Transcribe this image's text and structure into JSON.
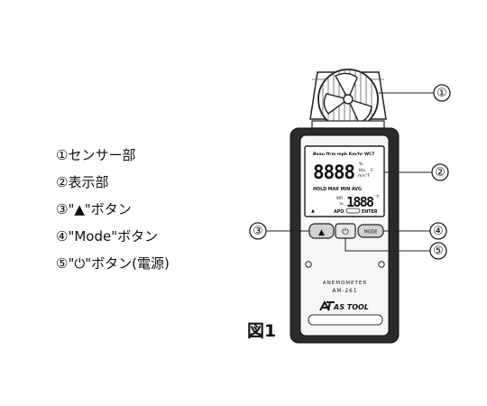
{
  "legend": [
    "①センサー部",
    "②表示部",
    "③\"▲\"ボタン",
    "④\"Mode\"ボタン",
    "⑤\"⏻\"ボタン(電源)"
  ],
  "figure_label": "図1",
  "callouts": [
    "①",
    "②",
    "③",
    "④",
    "⑤"
  ],
  "display": {
    "units_row": "Beau ft/m mph Km/hr WCT",
    "main_digits": "8888",
    "unit_percent": "%",
    "unit_kts": "Kts",
    "unit_c": "C",
    "unit_ms_f": "m/s°F",
    "modes_row": "HOLD MAX MIN AVG",
    "sub_digits": "1888",
    "sub_prefix_wr": "WR",
    "sub_prefix_ta": "TA",
    "sub_unit": "℃",
    "apo": "APO",
    "enter": "ENTER",
    "up_triangle": "▲"
  },
  "buttons": {
    "up": "▲",
    "power": "⏻",
    "mode": "MODE"
  },
  "device": {
    "model_caption": "ANEMOMETER",
    "model": "AM-261",
    "brand": "AS TOOL"
  }
}
